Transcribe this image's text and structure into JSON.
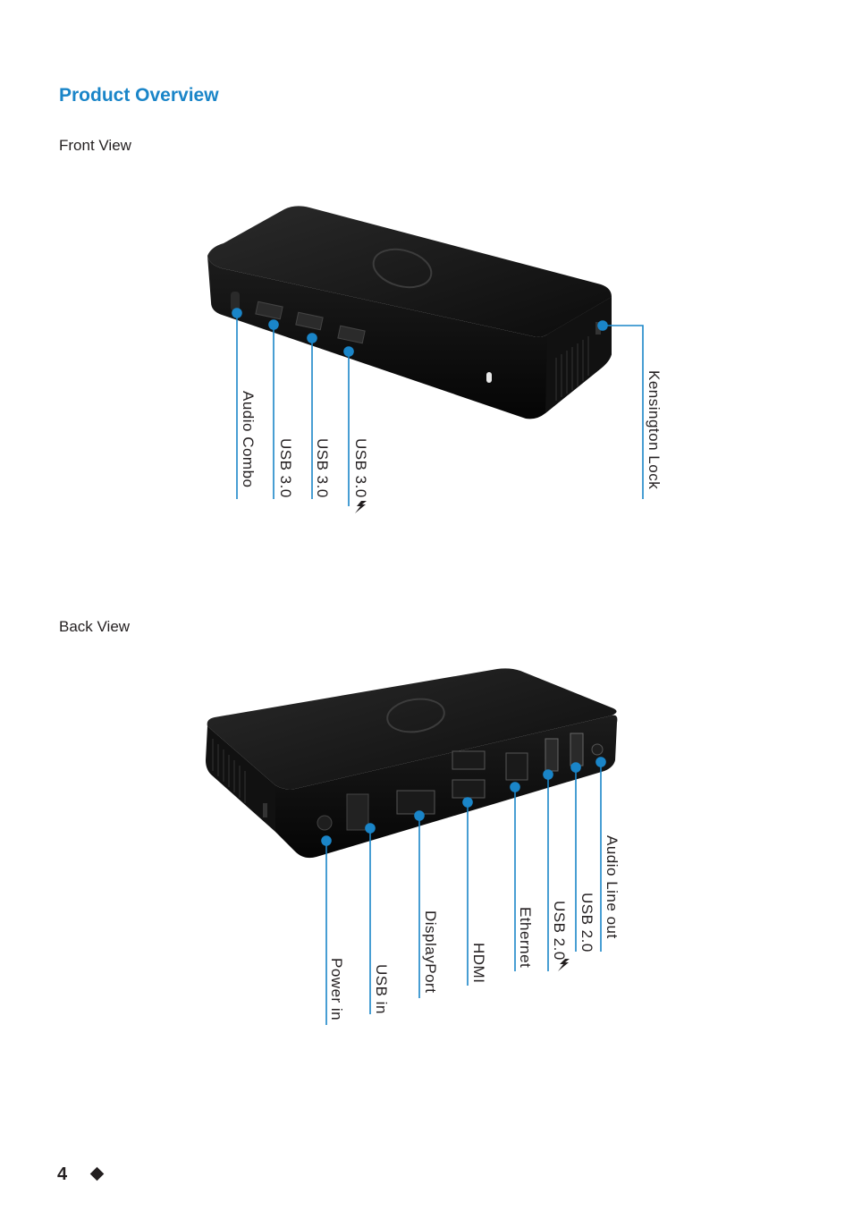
{
  "page": {
    "title": "Product Overview",
    "page_number": "4",
    "accent_color": "#1a85c8"
  },
  "front_view": {
    "heading": "Front View",
    "callouts": [
      {
        "label": "Audio Combo",
        "icon": ""
      },
      {
        "label": "USB 3.0",
        "icon": ""
      },
      {
        "label": "USB 3.0",
        "icon": ""
      },
      {
        "label": "USB 3.0",
        "icon": "lightning-icon"
      },
      {
        "label": "Kensington Lock",
        "icon": ""
      }
    ]
  },
  "back_view": {
    "heading": "Back View",
    "callouts": [
      {
        "label": "Power in",
        "icon": ""
      },
      {
        "label": "USB in",
        "icon": ""
      },
      {
        "label": "DisplayPort",
        "icon": ""
      },
      {
        "label": "HDMI",
        "icon": ""
      },
      {
        "label": "Ethernet",
        "icon": ""
      },
      {
        "label": "USB 2.0",
        "icon": "lightning-icon"
      },
      {
        "label": "USB 2.0",
        "icon": ""
      },
      {
        "label": "Audio Line out",
        "icon": ""
      }
    ]
  }
}
